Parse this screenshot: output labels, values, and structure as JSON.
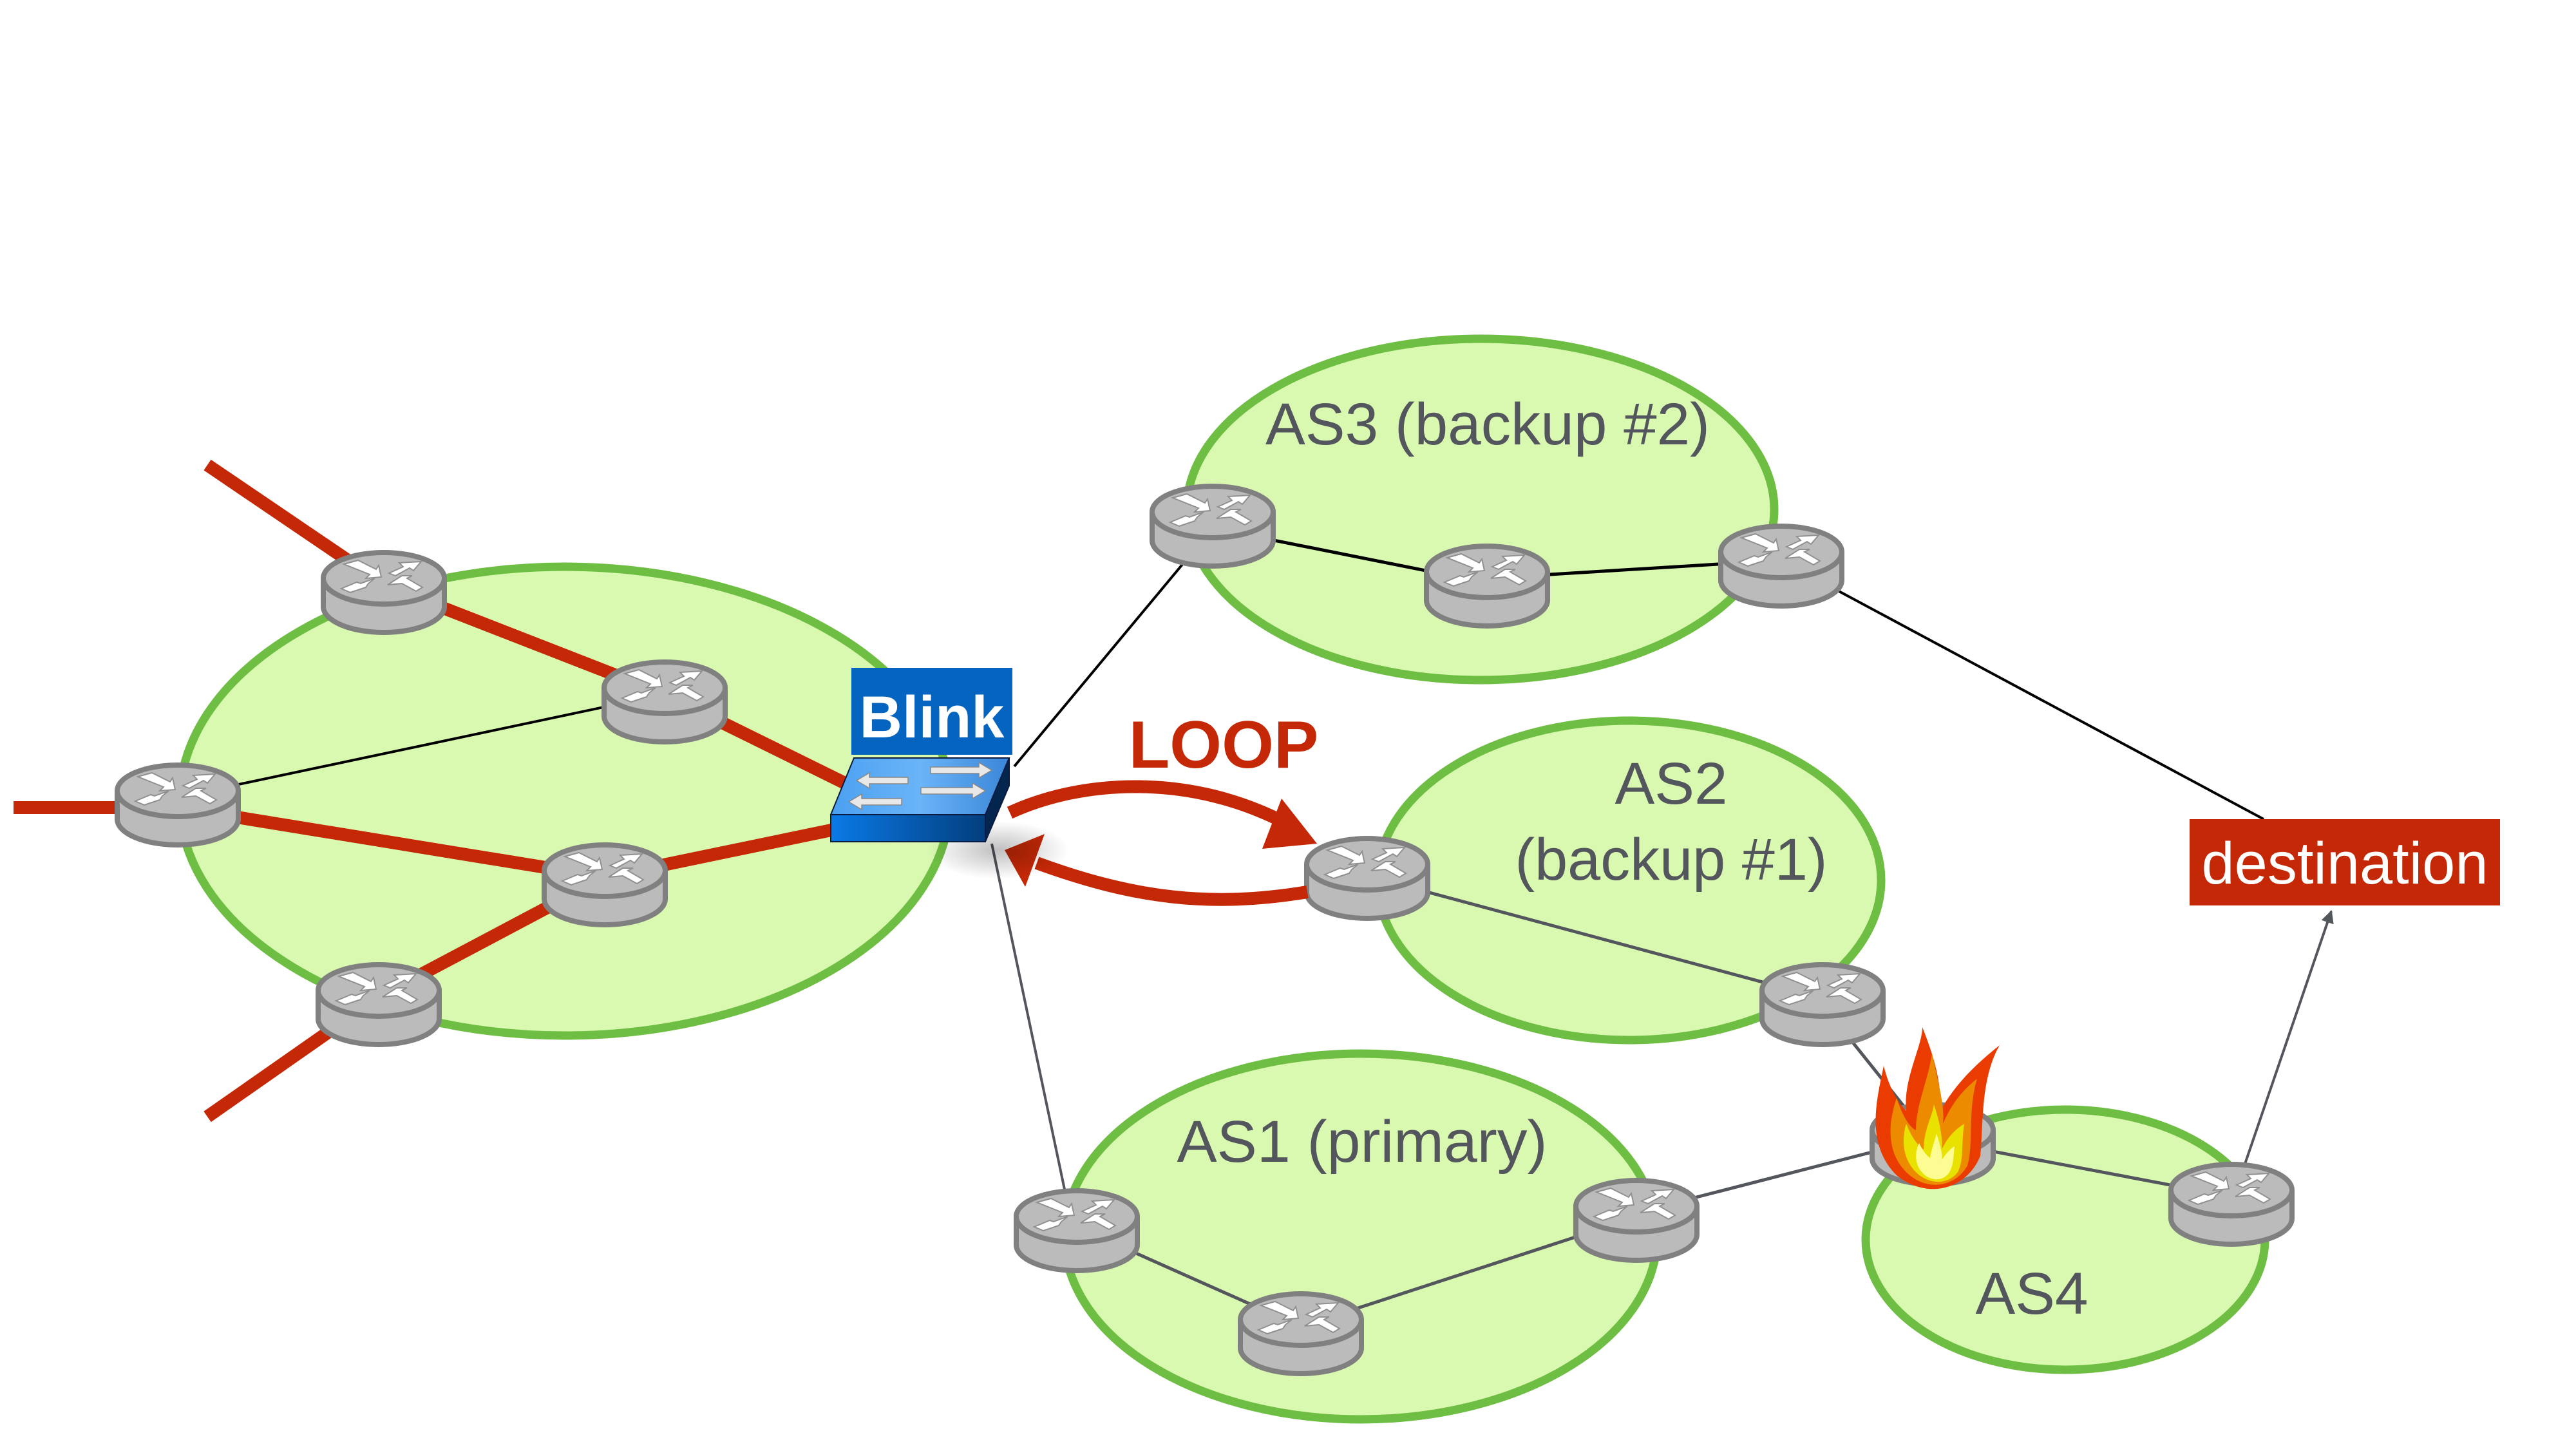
{
  "diagram": {
    "title": "Blink loop scenario",
    "colors": {
      "as_fill": "#daf9b0",
      "as_stroke": "#6fbe44",
      "red_path": "#c52806",
      "router_body": "#bbbbbb",
      "router_stroke": "#808080",
      "label_text": "#53565c",
      "switch_blue": "#0564c0",
      "destination_fill": "#c52806",
      "link_black": "#000000",
      "link_gray": "#53565c"
    },
    "labels": {
      "blink": "Blink",
      "loop": "LOOP",
      "destination": "destination",
      "as1": "AS1 (primary)",
      "as2_line1": "AS2",
      "as2_line2": "(backup #1)",
      "as3": "AS3 (backup #2)",
      "as4": "AS4"
    },
    "autonomous_systems": [
      {
        "id": "source-network",
        "name": ""
      },
      {
        "id": "as3",
        "name": "AS3",
        "role": "backup #2"
      },
      {
        "id": "as2",
        "name": "AS2",
        "role": "backup #1"
      },
      {
        "id": "as1",
        "name": "AS1",
        "role": "primary"
      },
      {
        "id": "as4",
        "name": "AS4",
        "role": ""
      }
    ],
    "nodes": [
      {
        "id": "r1",
        "type": "router",
        "as": "source-network"
      },
      {
        "id": "r2",
        "type": "router",
        "as": "source-network"
      },
      {
        "id": "r3",
        "type": "router",
        "as": "source-network"
      },
      {
        "id": "r4",
        "type": "router",
        "as": "source-network"
      },
      {
        "id": "r5",
        "type": "router",
        "as": "source-network"
      },
      {
        "id": "blink",
        "type": "switch",
        "as": "source-network"
      },
      {
        "id": "a",
        "type": "router",
        "as": "as3"
      },
      {
        "id": "b",
        "type": "router",
        "as": "as3"
      },
      {
        "id": "c",
        "type": "router",
        "as": "as3"
      },
      {
        "id": "d",
        "type": "router",
        "as": "as2"
      },
      {
        "id": "e",
        "type": "router",
        "as": "as2"
      },
      {
        "id": "f",
        "type": "router",
        "as": "as1"
      },
      {
        "id": "g",
        "type": "router",
        "as": "as1"
      },
      {
        "id": "h",
        "type": "router",
        "as": "as1"
      },
      {
        "id": "i",
        "type": "router",
        "as": "as4",
        "status": "failed (on fire)"
      },
      {
        "id": "j",
        "type": "router",
        "as": "as4"
      },
      {
        "id": "destination",
        "type": "destination"
      }
    ],
    "links": [
      {
        "from": "ext-top",
        "to": "r1",
        "style": "traffic"
      },
      {
        "from": "r1",
        "to": "r2",
        "style": "traffic"
      },
      {
        "from": "r2",
        "to": "blink",
        "style": "traffic"
      },
      {
        "from": "ext-left",
        "to": "r3",
        "style": "traffic"
      },
      {
        "from": "r3",
        "to": "r4",
        "style": "traffic"
      },
      {
        "from": "r4",
        "to": "blink",
        "style": "traffic"
      },
      {
        "from": "ext-bottom",
        "to": "r5",
        "style": "traffic"
      },
      {
        "from": "r5",
        "to": "r4",
        "style": "traffic"
      },
      {
        "from": "r3",
        "to": "r2",
        "style": "plain"
      },
      {
        "from": "blink",
        "to": "a",
        "style": "plain"
      },
      {
        "from": "blink",
        "to": "f",
        "style": "plain"
      },
      {
        "from": "a",
        "to": "b",
        "style": "plain"
      },
      {
        "from": "b",
        "to": "c",
        "style": "plain"
      },
      {
        "from": "c",
        "to": "destination",
        "style": "plain"
      },
      {
        "from": "d",
        "to": "e",
        "style": "plain"
      },
      {
        "from": "e",
        "to": "i",
        "style": "plain"
      },
      {
        "from": "f",
        "to": "g",
        "style": "plain"
      },
      {
        "from": "g",
        "to": "h",
        "style": "plain"
      },
      {
        "from": "h",
        "to": "i",
        "style": "plain"
      },
      {
        "from": "i",
        "to": "j",
        "style": "plain"
      },
      {
        "from": "j",
        "to": "destination",
        "style": "arrow"
      },
      {
        "from": "blink",
        "to": "d",
        "style": "loop-arrow"
      },
      {
        "from": "d",
        "to": "blink",
        "style": "loop-arrow"
      }
    ]
  }
}
